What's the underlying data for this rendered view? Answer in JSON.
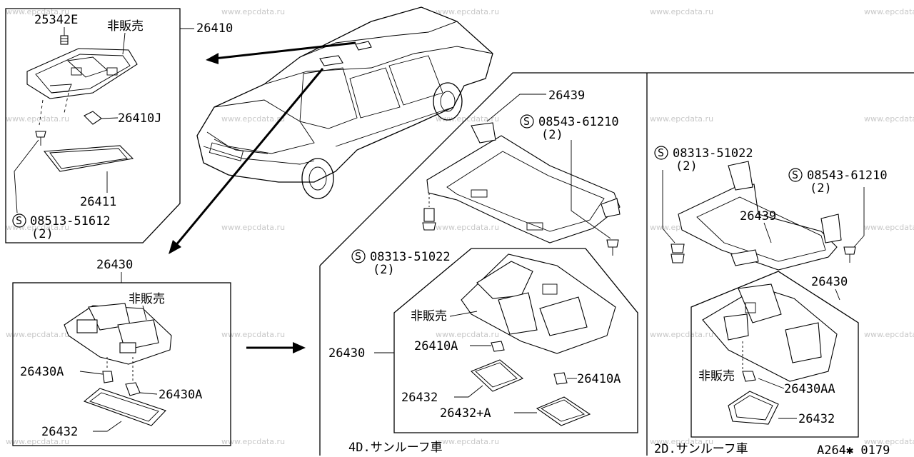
{
  "watermark": "www.epcdata.ru",
  "diagram_code": "A264✱ 0179",
  "not_for_sale": "非販売",
  "labels": {
    "p25342E": "25342E",
    "p26410": "26410",
    "p26410J": "26410J",
    "p26411": "26411",
    "s08513": "08513-51612",
    "q2": "(2)",
    "p26430": "26430",
    "p26430A": "26430A",
    "p26432": "26432",
    "p26439": "26439",
    "s08543": "08543-61210",
    "s08313": "08313-51022",
    "p26410A": "26410A",
    "p26432A": "26432+A",
    "p26430AA": "26430AA",
    "s_mark": "S"
  },
  "sections": {
    "sunroof_4d": "4D.サンルーフ車",
    "sunroof_2d": "2D.サンルーフ車"
  }
}
